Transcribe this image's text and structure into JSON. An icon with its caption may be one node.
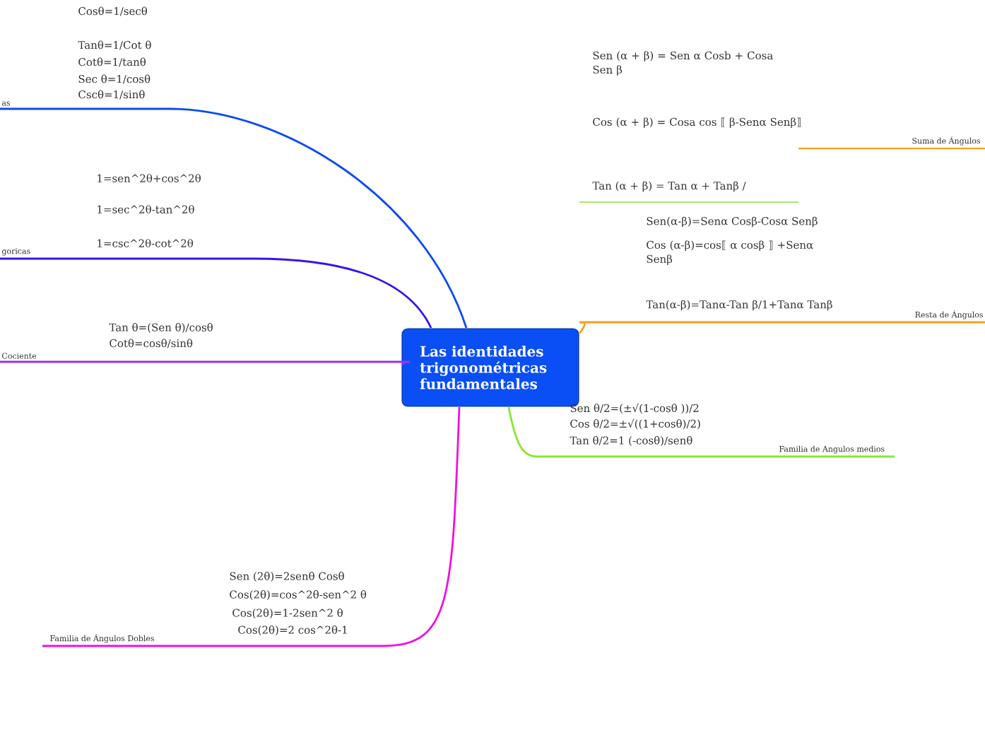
{
  "diagram": {
    "nodes": [
      {
        "text": [
          "Las identidades trigonométricas fundamentales"
        ]
      },
      {
        "text": [
          "as"
        ],
        "beside": [
          "Cosθ=1/secθ",
          "Tanθ=1/Cot θ",
          "Cotθ=1/tanθ",
          "Sec θ=1/cosθ",
          "Cscθ=1/sinθ"
        ]
      },
      {
        "text": [
          "goricas"
        ],
        "beside": [
          "1=sen^2θ+cos^2θ",
          "1=sec^2θ-tan^2θ",
          "1=csc^2θ-cot^2θ"
        ]
      },
      {
        "text": [
          "Cociente"
        ],
        "beside": [
          "Tan θ=(Sen θ)/cosθ",
          "Cotθ=cosθ/sinθ"
        ]
      },
      {
        "text": [
          "Familia de Ángulos Dobles"
        ],
        "beside": [
          "Sen (2θ)=2senθ Cosθ",
          "Cos(2θ)=cos^2θ-sen^2 θ",
          "Cos(2θ)=1-2sen^2 θ",
          "Cos(2θ)=2 cos^2θ-1"
        ]
      },
      {
        "text": [
          "Suma de Ángulos"
        ]
      },
      {
        "text": [
          "Resta de Ángulos"
        ]
      },
      {
        "text": [
          "Familia de Angulos medios"
        ],
        "beside": [
          "Sen θ/2=(±√(1-cosθ ))/2",
          "Cos  θ/2=±√((1+cosθ)/2)",
          "Tan  θ/2=1 (-cosθ)/senθ"
        ]
      }
    ],
    "edges": [
      {
        "from": 0,
        "to": 1,
        "arrow": "none",
        "color": "#0b4bef"
      },
      {
        "from": 0,
        "to": 2,
        "arrow": "none",
        "color": "#3a10ee"
      },
      {
        "from": 0,
        "to": 3,
        "arrow": "none",
        "color": "#9a30ee"
      },
      {
        "from": 0,
        "to": 4,
        "arrow": "none",
        "color": "#f010e0"
      },
      {
        "from": 0,
        "to": 6,
        "arrow": "none",
        "color": "#f5a020"
      },
      {
        "from": 0,
        "to": 7,
        "arrow": "none",
        "color": "#88e830"
      }
    ],
    "labels": [
      "Sen (α + β) = Sen α Cosb + Cosa Sen β",
      "Cos (α + β) = Cosa cos ⟦ β-Senα Senβ⟧",
      "Tan (α + β) = Tan α + Tanβ /",
      "Sen(α-β)=Senα Cosβ-Cosα Senβ",
      "Cos (α-β)=cos⟦ α cosβ ⟧ +Senα Senβ",
      "Tan(α-β)=Tanα-Tan β/1+Tanα Tanβ"
    ]
  }
}
